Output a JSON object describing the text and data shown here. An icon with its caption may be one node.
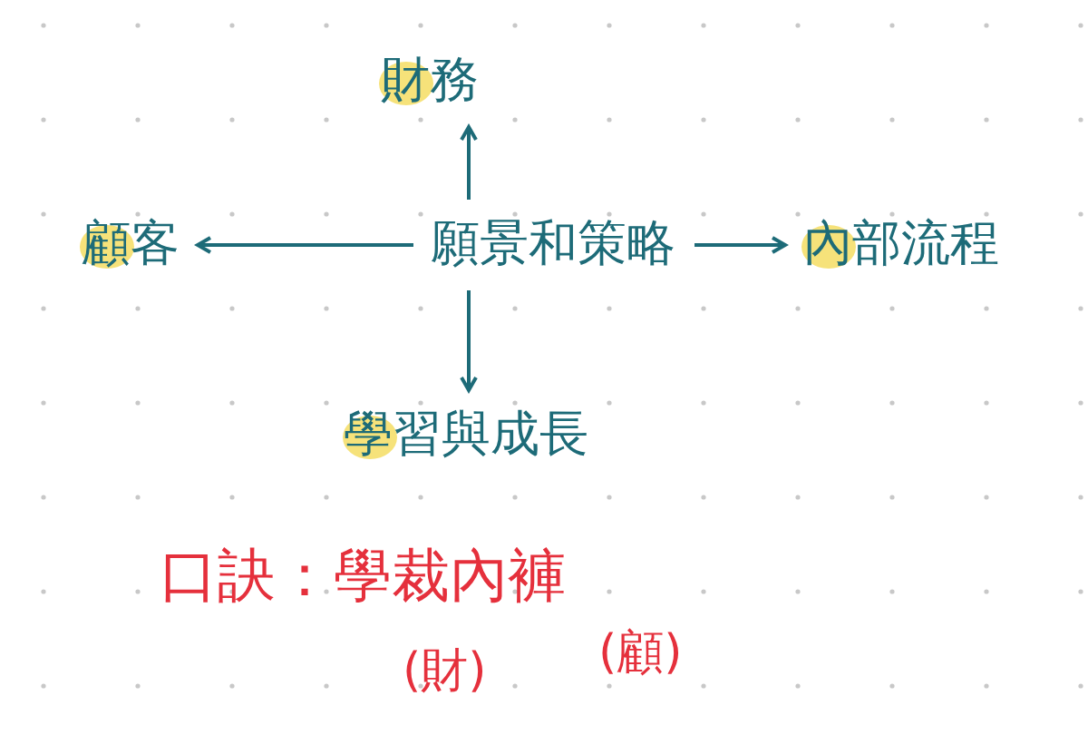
{
  "diagram": {
    "nodes": [
      {
        "text": [
          "財務"
        ]
      },
      {
        "text": [
          "顧客"
        ]
      },
      {
        "text": [
          "願景和策略"
        ]
      },
      {
        "text": [
          "內部流程"
        ]
      },
      {
        "text": [
          "學習與成長"
        ]
      }
    ],
    "edges": [
      {
        "from": 2,
        "to": 0,
        "arrow": "to"
      },
      {
        "from": 2,
        "to": 1,
        "arrow": "to"
      },
      {
        "from": 2,
        "to": 3,
        "arrow": "to"
      },
      {
        "from": 2,
        "to": 4,
        "arrow": "to"
      }
    ],
    "labels": [
      "口訣：學裁內褲",
      "(財)",
      "(顧)"
    ]
  }
}
